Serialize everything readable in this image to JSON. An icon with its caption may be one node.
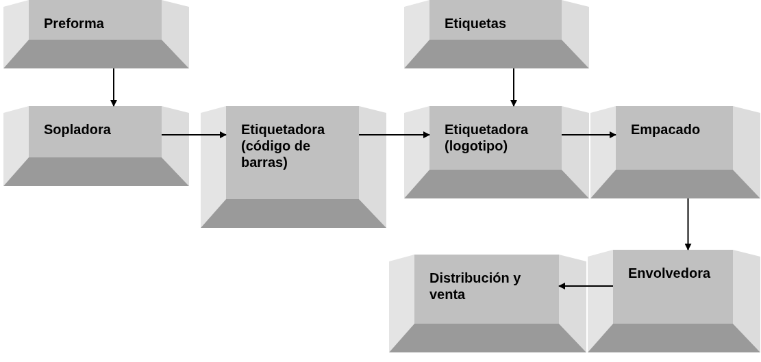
{
  "diagram": {
    "nodes": [
      {
        "text": [
          "Preforma"
        ]
      },
      {
        "text": [
          "Sopladora"
        ]
      },
      {
        "text": [
          "Etiquetadora (código de barras)"
        ]
      },
      {
        "text": [
          "Etiquetas"
        ]
      },
      {
        "text": [
          "Etiquetadora (logotipo)"
        ]
      },
      {
        "text": [
          "Empacado"
        ]
      },
      {
        "text": [
          "Envolvedora"
        ]
      },
      {
        "text": [
          "Distribución y venta"
        ]
      }
    ],
    "edges": [
      {
        "from": 0,
        "to": 1,
        "arrow": "to"
      },
      {
        "from": 1,
        "to": 2,
        "arrow": "to"
      },
      {
        "from": 2,
        "to": 4,
        "arrow": "to"
      },
      {
        "from": 3,
        "to": 4,
        "arrow": "to"
      },
      {
        "from": 4,
        "to": 5,
        "arrow": "to"
      },
      {
        "from": 5,
        "to": 6,
        "arrow": "to"
      },
      {
        "from": 6,
        "to": 7,
        "arrow": "to"
      }
    ]
  }
}
